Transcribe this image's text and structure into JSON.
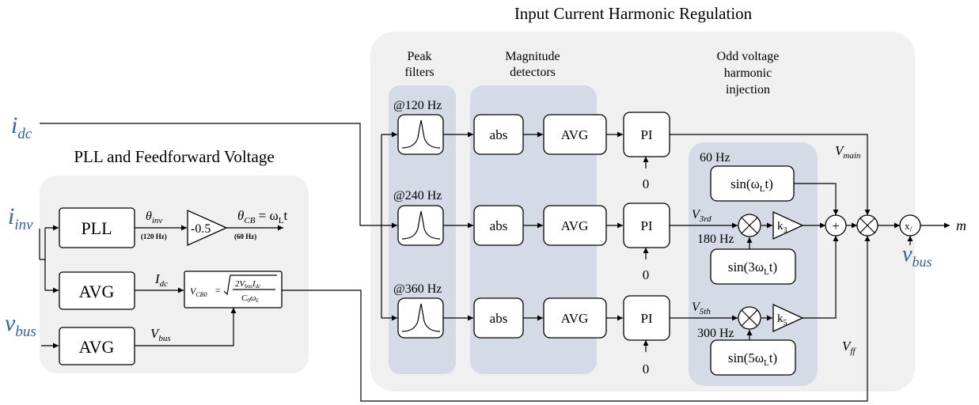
{
  "titles": {
    "harmonic": "Input Current Harmonic Regulation",
    "pll": "PLL and Feedforward Voltage"
  },
  "inputs": {
    "idc": {
      "main": "i",
      "sub": "dc"
    },
    "iinv": {
      "main": "i",
      "sub": "inv"
    },
    "vbus_left": {
      "main": "v",
      "sub": "bus"
    },
    "vbus_right": {
      "main": "v",
      "sub": "bus"
    }
  },
  "groups": {
    "peak": [
      "Peak",
      "filters"
    ],
    "mag": [
      "Magnitude",
      "detectors"
    ],
    "odd": [
      "Odd voltage",
      "harmonic",
      "injection"
    ]
  },
  "freq_labels": {
    "f120": "@120 Hz",
    "f240": "@240 Hz",
    "f360": "@360 Hz"
  },
  "blocks": {
    "abs": "abs",
    "avg": "AVG",
    "pi": "PI",
    "pll": "PLL",
    "gain": "-0.5",
    "sin1": "sin(ω",
    "sin3": "sin(3ω",
    "sin5": "sin(5ω",
    "sin_sub": "L",
    "sin_close": "t)",
    "k3": {
      "main": "k",
      "sub": "3"
    },
    "k5": {
      "main": "k",
      "sub": "5"
    },
    "divide": "x",
    "divide_sub": "/"
  },
  "signals": {
    "zero": "0",
    "hz60": "60 Hz",
    "hz180": "180 Hz",
    "hz300": "300 Hz",
    "vmain": {
      "main": "V",
      "sub": "main"
    },
    "v3rd": {
      "main": "V",
      "sub": "3rd"
    },
    "v5th": {
      "main": "V",
      "sub": "5th"
    },
    "vff": {
      "main": "V",
      "sub": "ff"
    },
    "theta_inv": {
      "main": "θ",
      "sub": "inv"
    },
    "theta_inv_freq": "(120 Hz)",
    "theta_cb": {
      "main": "θ",
      "sub": "CB",
      "rhs": " = ω",
      "rhs_sub": "L",
      "rhs_end": "t"
    },
    "theta_cb_freq": "(60 Hz)",
    "idc_avg": {
      "main": "I",
      "sub": "dc"
    },
    "vbus_avg": {
      "main": "V",
      "sub": "bus"
    },
    "out_m": "m",
    "plus": "+"
  },
  "formula": {
    "lhs": "V",
    "lhs_sub": "CB0",
    "eq": "=",
    "num": "2V",
    "num_sub1": "bus",
    "num_mid": "I",
    "num_sub2": "dc",
    "den": "C",
    "den_sub1": "0",
    "den_mid": "ω",
    "den_sub2": "L"
  }
}
